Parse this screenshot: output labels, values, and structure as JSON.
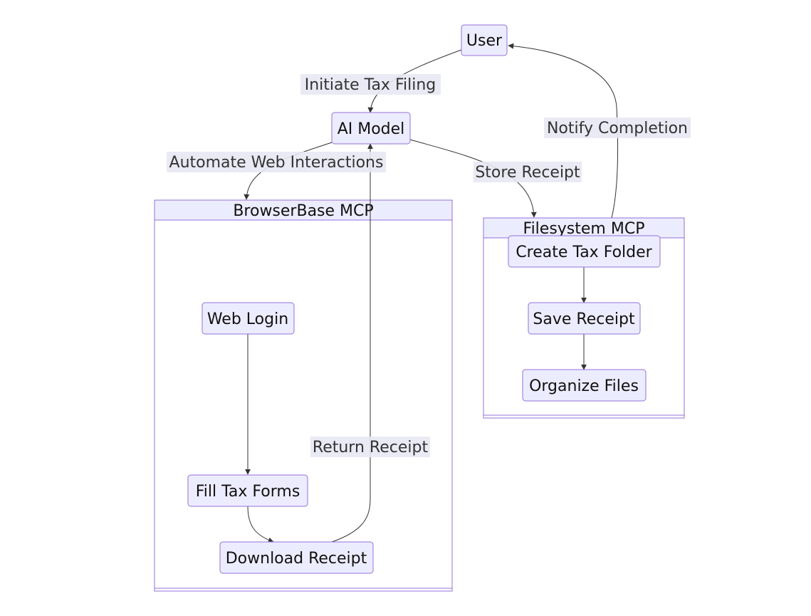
{
  "nodes": {
    "user": "User",
    "ai_model": "AI Model",
    "web_login": "Web Login",
    "fill_tax_forms": "Fill Tax Forms",
    "download_receipt": "Download Receipt",
    "create_tax_folder": "Create Tax Folder",
    "save_receipt": "Save Receipt",
    "organize_files": "Organize Files"
  },
  "clusters": {
    "browserbase": "BrowserBase MCP",
    "filesystem": "Filesystem MCP"
  },
  "edges": {
    "initiate": "Initiate Tax Filing",
    "automate": "Automate Web Interactions",
    "store": "Store Receipt",
    "notify": "Notify Completion",
    "return": "Return Receipt"
  },
  "colors": {
    "node_fill": "#ECECFF",
    "node_border": "#9370DB",
    "edge": "#333333",
    "label_bg": "#E8E8F4"
  }
}
